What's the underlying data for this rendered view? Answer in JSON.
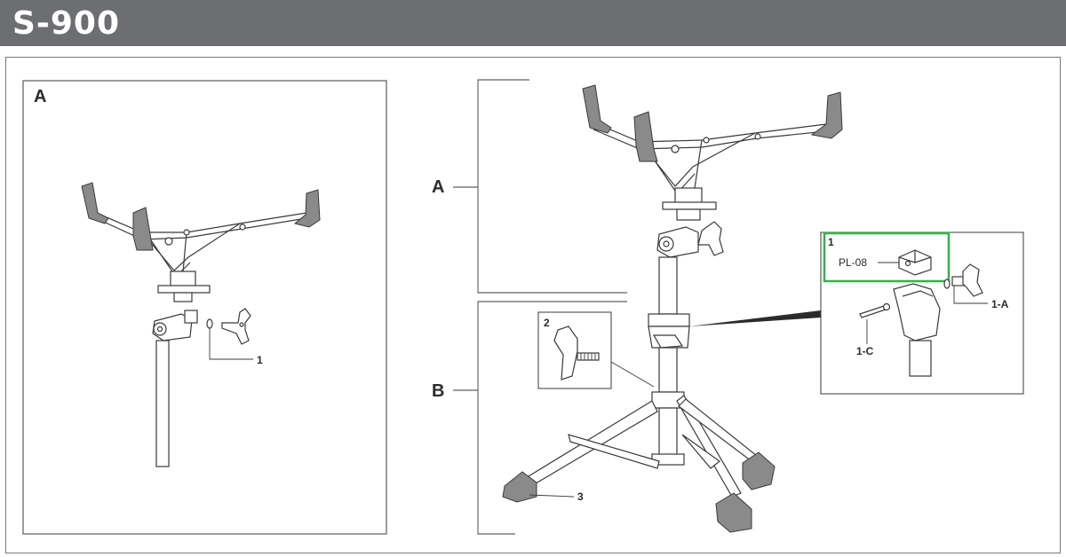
{
  "header": {
    "title": "S-900"
  },
  "panel_left": {
    "label": "A",
    "callout": "1"
  },
  "main": {
    "section_a_label": "A",
    "section_b_label": "B",
    "callout_3": "3"
  },
  "inset_2": {
    "label": "2"
  },
  "inset_1": {
    "label": "1",
    "part_code": "PL-08",
    "callout_1a": "1-A",
    "callout_1c": "1-C",
    "highlight_color": "#33b24a"
  },
  "colors": {
    "header": "#6d6e71",
    "pad": "#8a8a8a",
    "line": "#3a3a3a"
  }
}
